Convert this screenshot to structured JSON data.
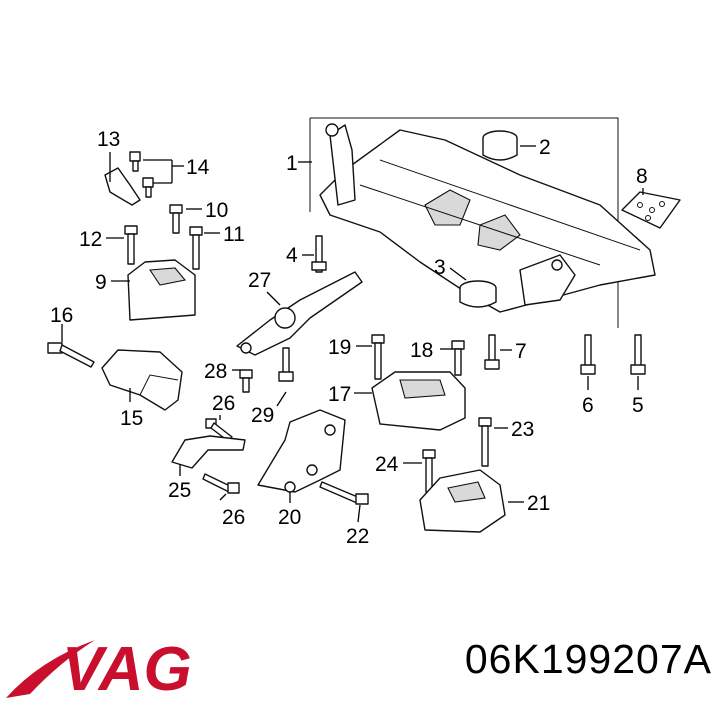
{
  "diagram": {
    "callouts": [
      "1",
      "2",
      "3",
      "4",
      "5",
      "6",
      "7",
      "8",
      "9",
      "10",
      "11",
      "12",
      "13",
      "14",
      "15",
      "16",
      "17",
      "18",
      "19",
      "20",
      "21",
      "22",
      "23",
      "24",
      "25",
      "26",
      "26",
      "27",
      "28",
      "29"
    ]
  },
  "brand": {
    "logo_text": "VAG",
    "color": "#c8102e"
  },
  "part_number": "06K199207A"
}
